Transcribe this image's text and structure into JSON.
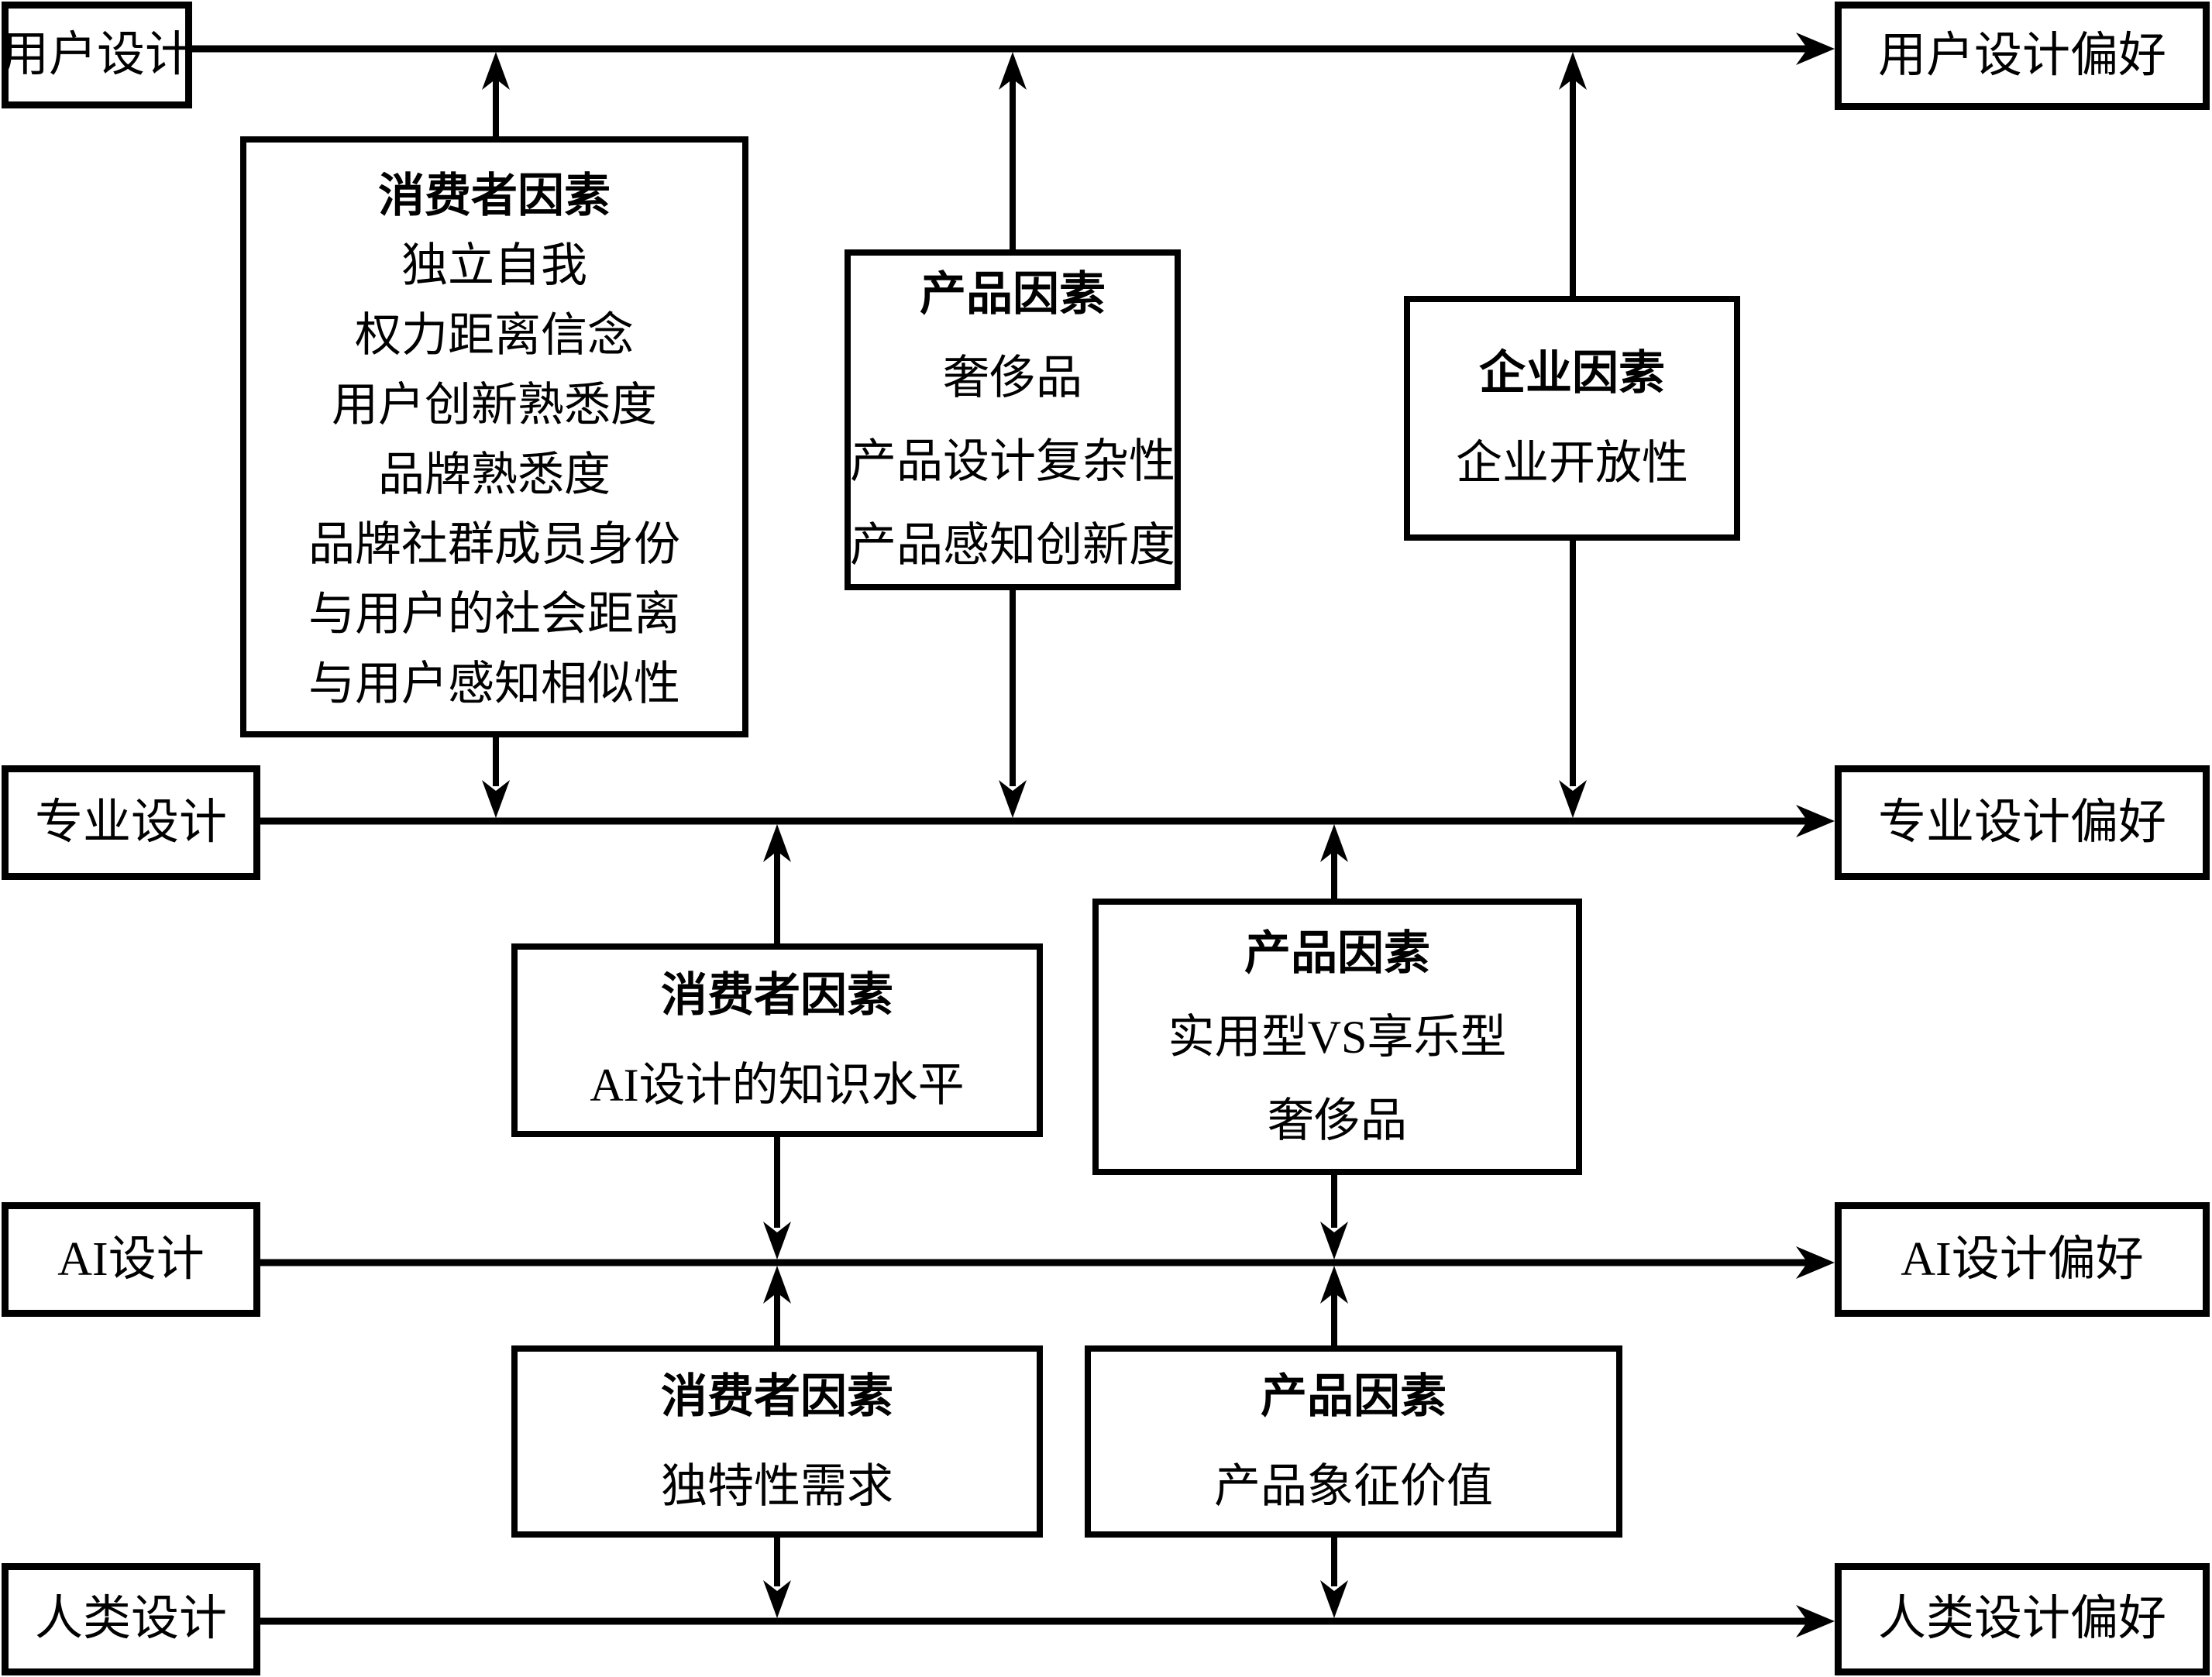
{
  "diagram": {
    "background": "#ffffff",
    "line_color": "#000000",
    "text_color": "#000000"
  },
  "rows": [
    {
      "source_label": "用户设计",
      "preference_label": "用户设计偏好"
    },
    {
      "source_label": "专业设计",
      "preference_label": "专业设计偏好"
    },
    {
      "source_label": "AI设计",
      "preference_label": "AI设计偏好"
    },
    {
      "source_label": "人类设计",
      "preference_label": "人类设计偏好"
    }
  ],
  "factor_boxes": [
    {
      "title": "消费者因素",
      "items": [
        "独立自我",
        "权力距离信念",
        "用户创新熟悉度",
        "品牌熟悉度",
        "品牌社群成员身份",
        "与用户的社会距离",
        "与用户感知相似性"
      ]
    },
    {
      "title": "产品因素",
      "items": [
        "奢侈品",
        "产品设计复杂性",
        "产品感知创新度"
      ]
    },
    {
      "title": "企业因素",
      "items": [
        "企业开放性"
      ]
    },
    {
      "title": "消费者因素",
      "items": [
        "AI设计的知识水平"
      ]
    },
    {
      "title": "产品因素",
      "items": [
        "实用型VS享乐型",
        "奢侈品"
      ]
    },
    {
      "title": "消费者因素",
      "items": [
        "独特性需求"
      ]
    },
    {
      "title": "产品因素",
      "items": [
        "产品象征价值"
      ]
    }
  ]
}
